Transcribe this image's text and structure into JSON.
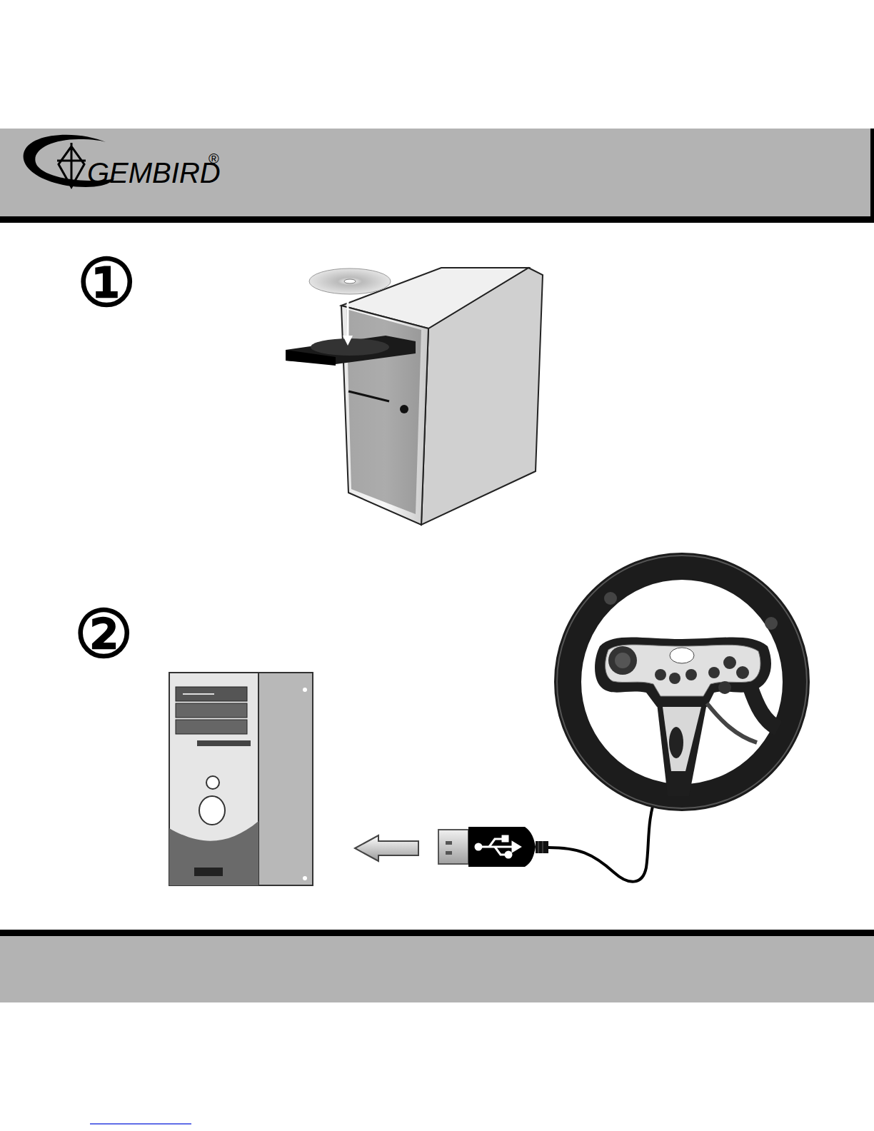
{
  "diagram": {
    "labels": [
      "GEMBIRD",
      "®",
      "①",
      "②"
    ]
  }
}
